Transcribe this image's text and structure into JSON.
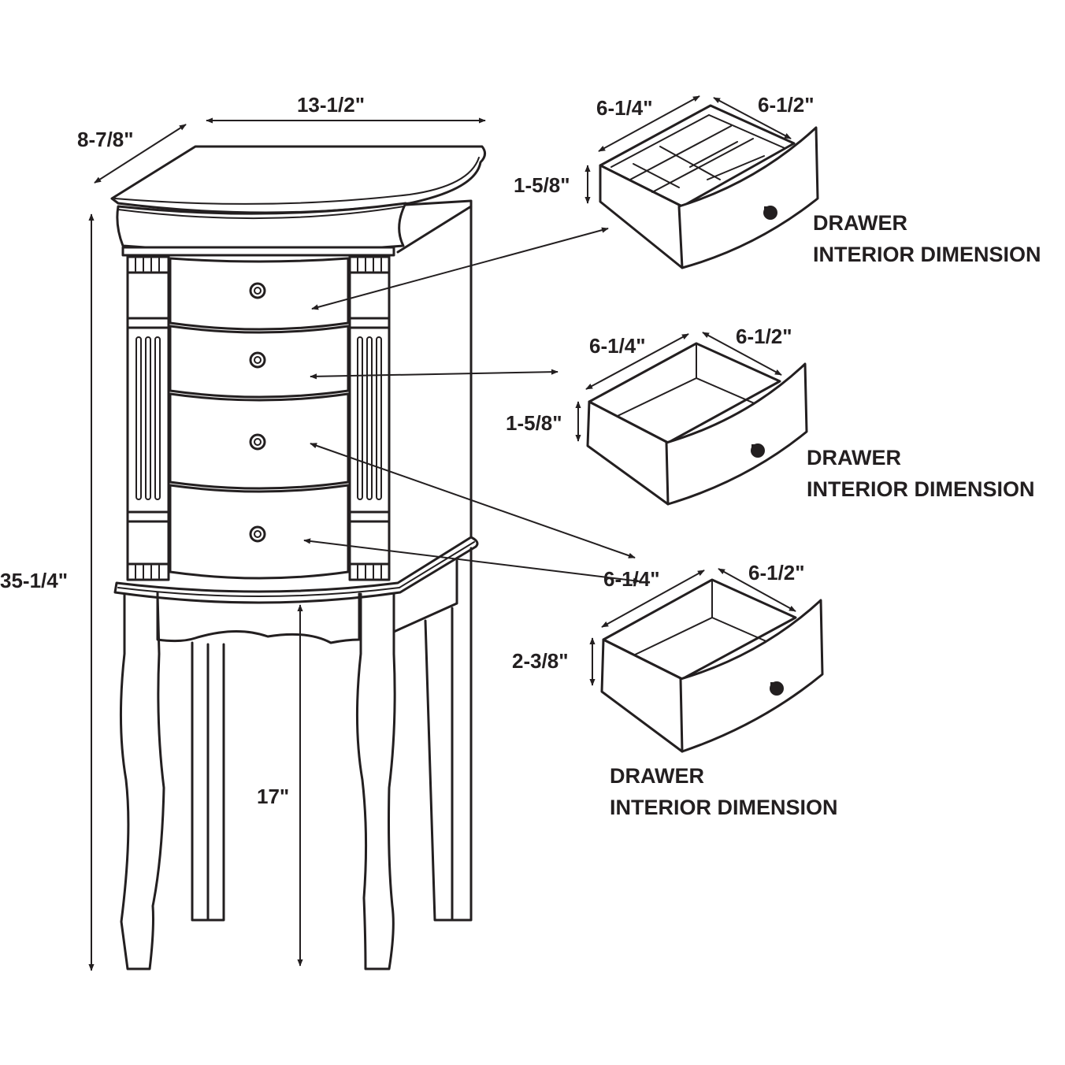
{
  "cabinet": {
    "depth_label": "8-7/8\"",
    "width_label": "13-1/2\"",
    "height_label": "35-1/4\"",
    "leg_height_label": "17\""
  },
  "drawers": [
    {
      "width_label": "6-1/4\"",
      "depth_label": "6-1/2\"",
      "height_label": "1-5/8\"",
      "caption_line1": "DRAWER",
      "caption_line2": "INTERIOR DIMENSION"
    },
    {
      "width_label": "6-1/4\"",
      "depth_label": "6-1/2\"",
      "height_label": "1-5/8\"",
      "caption_line1": "DRAWER",
      "caption_line2": "INTERIOR DIMENSION"
    },
    {
      "width_label": "6-1/4\"",
      "depth_label": "6-1/2\"",
      "height_label": "2-3/8\"",
      "caption_line1": "DRAWER",
      "caption_line2": "INTERIOR DIMENSION"
    }
  ],
  "colors": {
    "ink": "#231f20",
    "background": "#ffffff"
  }
}
